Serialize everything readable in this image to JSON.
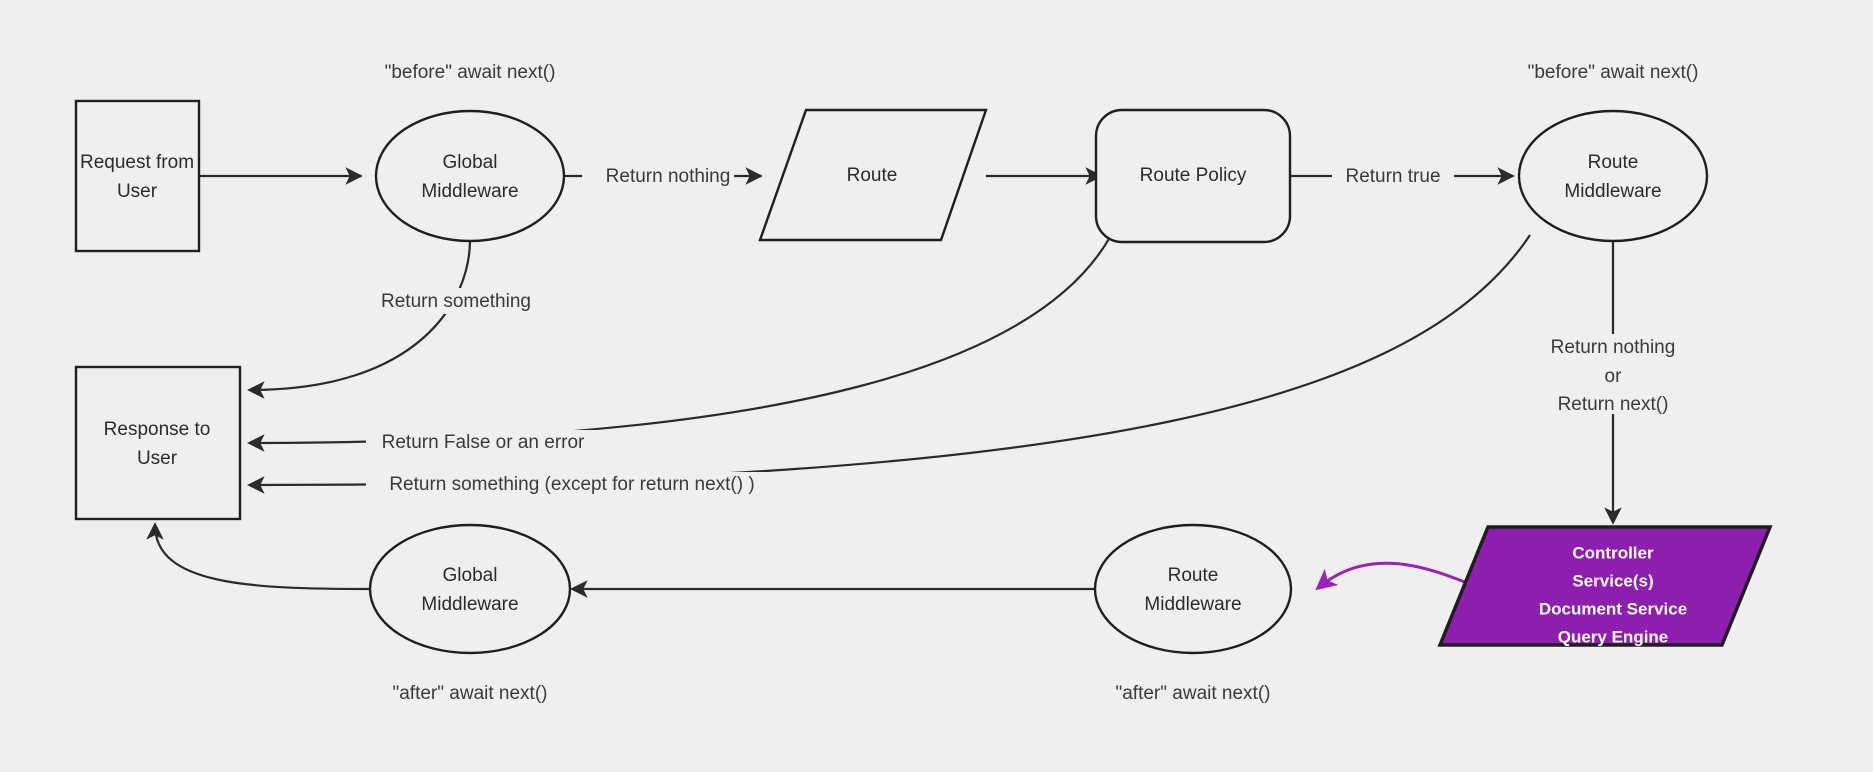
{
  "diagram": {
    "title": "Middleware request lifecycle flowchart",
    "background_color": "#efefef",
    "stroke_color": "#1f1f1f",
    "accent_color": "#8e1eae",
    "nodes": {
      "request_from_user": {
        "label_line1": "Request from",
        "label_line2": "User",
        "shape": "rectangle"
      },
      "global_middleware_before": {
        "label_line1": "Global",
        "label_line2": "Middleware",
        "shape": "ellipse"
      },
      "route": {
        "label_line1": "Route",
        "shape": "parallelogram"
      },
      "route_policy": {
        "label_line1": "Route Policy",
        "shape": "rounded-rectangle"
      },
      "route_middleware_before": {
        "label_line1": "Route",
        "label_line2": "Middleware",
        "shape": "ellipse"
      },
      "controller": {
        "label_line1": "Controller",
        "label_line2": "Service(s)",
        "label_line3": "Document Service",
        "label_line4": "Query Engine",
        "shape": "parallelogram",
        "fill": "#8e1eae",
        "text_color": "#ffffff"
      },
      "response_to_user": {
        "label_line1": "Response to",
        "label_line2": "User",
        "shape": "rectangle"
      },
      "global_middleware_after": {
        "label_line1": "Global",
        "label_line2": "Middleware",
        "shape": "ellipse"
      },
      "route_middleware_after": {
        "label_line1": "Route",
        "label_line2": "Middleware",
        "shape": "ellipse"
      }
    },
    "annotations": {
      "before_global": "\"before\" await next()",
      "before_route": "\"before\" await next()",
      "after_global": "\"after\" await next()",
      "after_route": "\"after\" await next()"
    },
    "edge_labels": {
      "return_nothing": "Return nothing",
      "return_true": "Return true",
      "return_something": "Return something",
      "return_false_or_error": "Return False or an error",
      "return_something_except_next": "Return something (except for return next() )",
      "return_nothing_multiline_1": "Return nothing",
      "return_nothing_multiline_2": "or",
      "return_nothing_multiline_3": "Return next()"
    }
  }
}
